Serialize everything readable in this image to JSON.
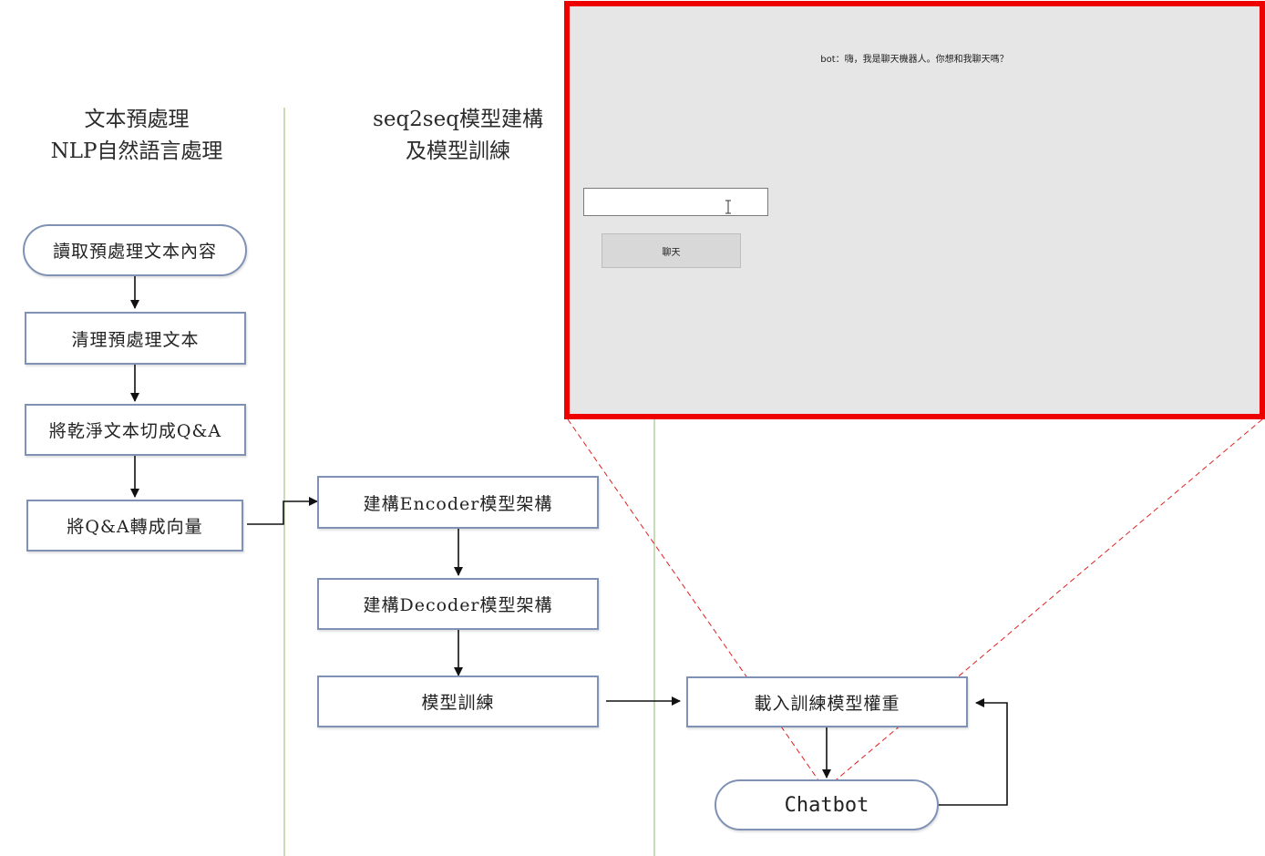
{
  "lanes": [
    {
      "header_line1": "文本預處理",
      "header_line2": "NLP自然語言處理"
    },
    {
      "header_line1": "seq2seq模型建構",
      "header_line2": "及模型訓練"
    }
  ],
  "nodes": {
    "read_text": "讀取預處理文本內容",
    "clean_text": "清理預處理文本",
    "split_qa": "將乾淨文本切成Q&A",
    "qa_vector": "將Q&A轉成向量",
    "build_encoder": "建構Encoder模型架構",
    "build_decoder": "建構Decoder模型架構",
    "train_model": "模型訓練",
    "load_weights": "載入訓練模型權重",
    "chatbot": "Chatbot"
  },
  "app": {
    "bot_message": "bot：嗨，我是聊天機器人。你想和我聊天嗎？",
    "input_value": "",
    "chat_button_label": "聊天"
  },
  "colors": {
    "node_border": "#7f92b5",
    "lane_divider": "#c6dcb6",
    "highlight_border": "#ee0000",
    "zoom_lines": "#e0201f",
    "app_background": "#e6e6e6"
  }
}
